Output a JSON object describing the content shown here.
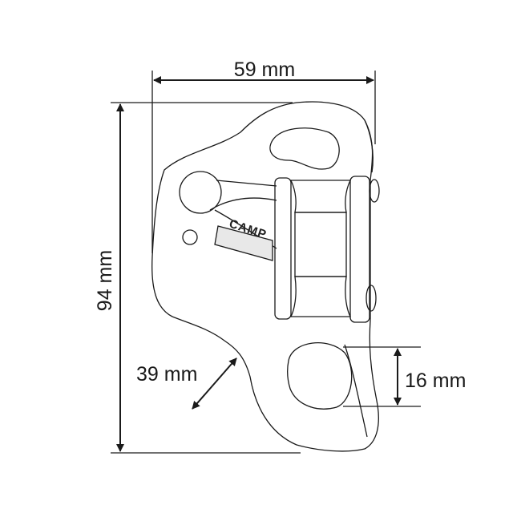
{
  "dimensions": {
    "width": "59 mm",
    "height": "94 mm",
    "diagonal_opening": "39 mm",
    "hole_size": "16 mm"
  },
  "logo": "CAMP",
  "colors": {
    "line": "#1a1a1a",
    "background": "#ffffff"
  }
}
